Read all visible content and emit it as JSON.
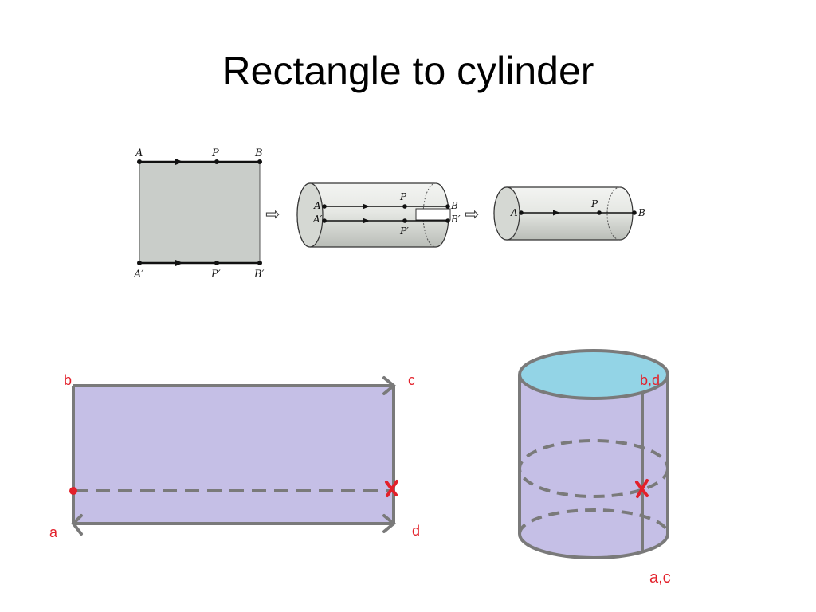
{
  "slide": {
    "title": "Rectangle to cylinder"
  },
  "colors": {
    "sheet_fill": "#c9cdc9",
    "tube_fill": "#e4e7e3",
    "purple_fill": "#c5bfe6",
    "top_fill": "#93d4e6",
    "outline_gray": "#7a7a7a",
    "mark_red": "#e3202a"
  },
  "top_figure": {
    "square_labels": {
      "a": "A",
      "p": "P",
      "b": "B",
      "a_prime": "A′",
      "p_prime": "P′",
      "b_prime": "B′"
    },
    "tube_labels": {
      "a": "A",
      "p": "P",
      "b": "B",
      "a_prime": "A′",
      "p_prime": "P′",
      "b_prime": "B′"
    },
    "cylinder_labels": {
      "a": "A",
      "p": "P",
      "b": "B"
    },
    "arrow_symbol": "⇨"
  },
  "bottom_figure": {
    "rect_labels": {
      "b": "b",
      "c": "c",
      "a": "a",
      "d": "d"
    },
    "cylinder_labels": {
      "top": "b,d",
      "bottom": "a,c"
    },
    "cross_mark": "✗"
  }
}
